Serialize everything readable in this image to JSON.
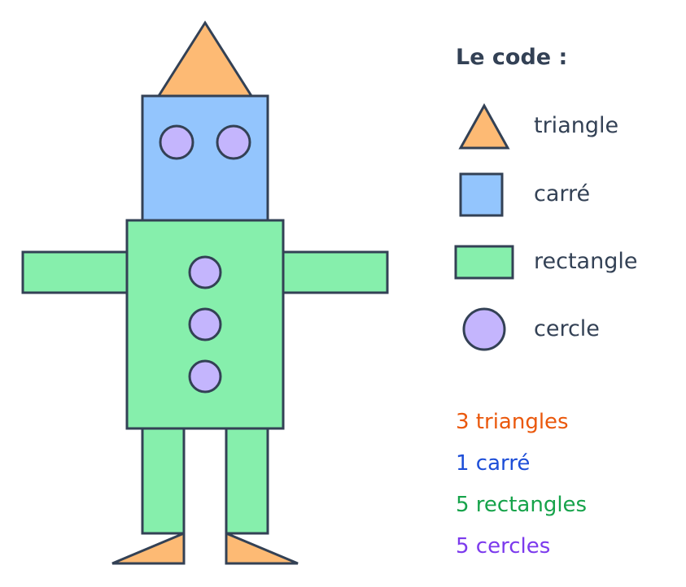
{
  "colors": {
    "triangle": "#FDBA74",
    "carre": "#93C5FD",
    "rectangle": "#86EFAC",
    "cercle": "#C4B5FD",
    "stroke": "#334155",
    "text": "#334155",
    "count_triangles": "#EA580C",
    "count_carre": "#1D4ED8",
    "count_rectangles": "#16A34A",
    "count_cercles": "#7C3AED"
  },
  "legend": {
    "title": "Le code :",
    "items": [
      {
        "shape": "triangle",
        "label": "triangle"
      },
      {
        "shape": "carre",
        "label": "carré"
      },
      {
        "shape": "rectangle",
        "label": "rectangle"
      },
      {
        "shape": "cercle",
        "label": "cercle"
      }
    ]
  },
  "counts": {
    "triangles": "3 triangles",
    "carre": "1 carré",
    "rectangles": "5 rectangles",
    "cercles": "5 cercles"
  }
}
